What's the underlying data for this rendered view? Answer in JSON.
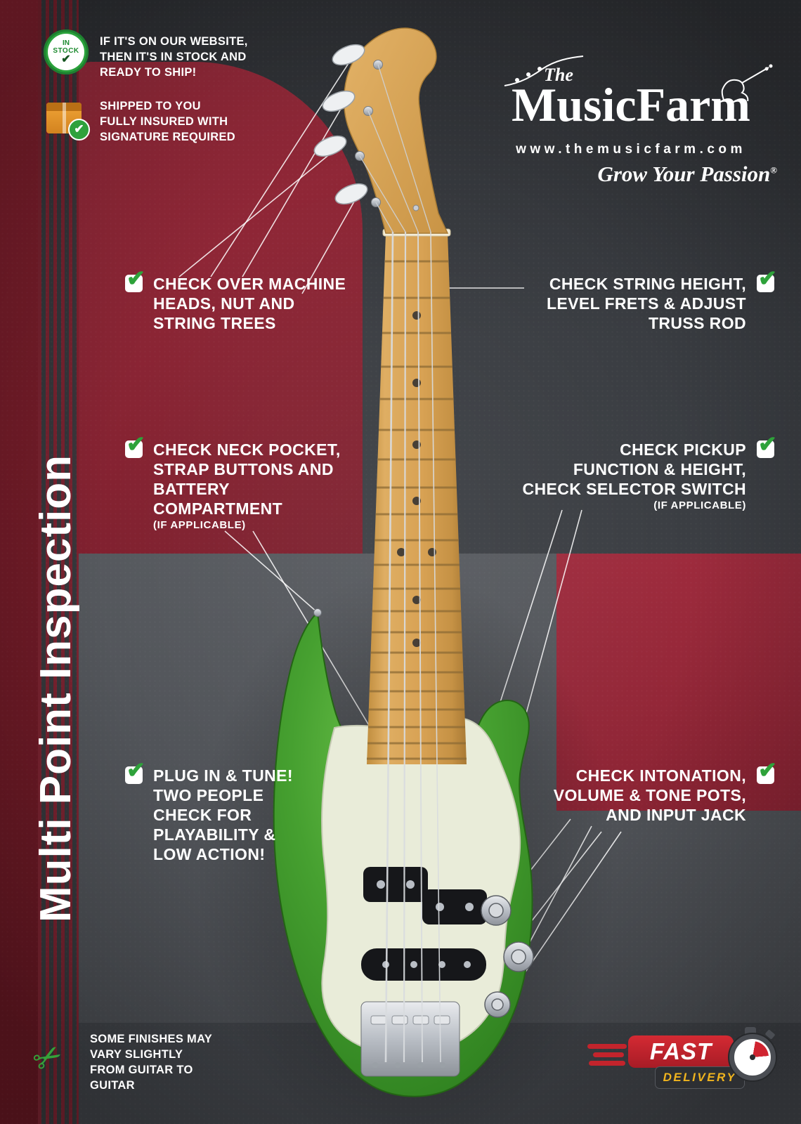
{
  "icons": {
    "check": "✔",
    "scissors": "✂"
  },
  "top_left": {
    "in_stock_badge": {
      "line1": "IN",
      "line2": "STOCK"
    },
    "in_stock_text": {
      "l1": "IF IT'S ON OUR WEBSITE,",
      "l2": "THEN IT'S IN STOCK AND",
      "l3": "READY TO SHIP!"
    },
    "shipping_text": {
      "l1": "SHIPPED TO YOU",
      "l2": "FULLY INSURED WITH",
      "l3": "SIGNATURE REQUIRED"
    }
  },
  "logo": {
    "the": "The",
    "name": "MusicFarm",
    "website": "www.themusicfarm.com",
    "tagline": "Grow Your Passion",
    "registered": "®"
  },
  "side_title": "Multi Point Inspection",
  "callouts": {
    "machine_heads": {
      "l1": "CHECK OVER MACHINE",
      "l2": "HEADS, NUT AND",
      "l3": "STRING TREES"
    },
    "string_height": {
      "l1": "CHECK STRING HEIGHT,",
      "l2": "LEVEL FRETS & ADJUST",
      "l3": "TRUSS ROD"
    },
    "neck_pocket": {
      "l1": "CHECK NECK POCKET,",
      "l2": "STRAP BUTTONS AND",
      "l3": "BATTERY",
      "l4": "COMPARTMENT",
      "note": "(IF APPLICABLE)"
    },
    "pickup": {
      "l1": "CHECK PICKUP",
      "l2": "FUNCTION & HEIGHT,",
      "l3": "CHECK SELECTOR SWITCH",
      "note": "(IF APPLICABLE)"
    },
    "plug_in": {
      "l1": "PLUG IN & TUNE!",
      "l2": "TWO PEOPLE",
      "l3": "CHECK FOR",
      "l4": "PLAYABILITY &",
      "l5": "LOW ACTION!"
    },
    "intonation": {
      "l1": "CHECK INTONATION,",
      "l2": "VOLUME & TONE POTS,",
      "l3": "AND INPUT JACK"
    }
  },
  "footnote": {
    "l1": "SOME FINISHES MAY",
    "l2": "VARY SLIGHTLY",
    "l3": "FROM GUITAR TO",
    "l4": "GUITAR"
  },
  "fast_delivery": {
    "fast": "FAST",
    "delivery": "DELIVERY"
  },
  "colors": {
    "accent_red": "#9a2b3c",
    "check_green": "#2ea23a",
    "guitar_green": "#46a030",
    "delivery_gold": "#f0b41e"
  }
}
